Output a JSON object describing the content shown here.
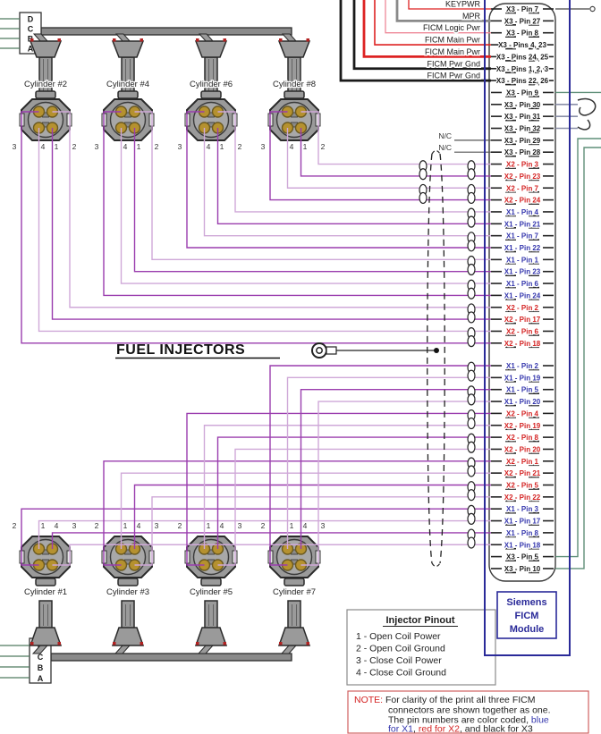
{
  "title": "FUEL INJECTORS",
  "colors": {
    "x1_blue": "#3436ad",
    "x2_red": "#d42222",
    "x3_black": "#1a1a1a",
    "wire_purple": "#9a3dae",
    "wire_lavender": "#cfa8d8",
    "wire_teal": "#5f8f78",
    "wire_slate": "#8a8fa8",
    "wire_red": "#dd2222",
    "wire_pink": "#ee8898",
    "wire_gray": "#8a8a8a",
    "wire_black": "#1a1a1a",
    "module_border": "#2a2a99",
    "note_border": "#d06060",
    "green_tick": "#4f7a5f",
    "connector_gray": "#9a9a9a",
    "pin_gold": "#b5912f"
  },
  "power_labels": [
    {
      "label": "KEYPWR",
      "wire": "#dd2222"
    },
    {
      "label": "MPR",
      "wire": "#8a8a8a"
    },
    {
      "label": "FICM Logic Pwr",
      "wire": "#ee8898"
    },
    {
      "label": "FICM  Main Pwr",
      "wire": "#dd2222"
    },
    {
      "label": "FICM Main Pwr",
      "wire": "#dd2222"
    },
    {
      "label": "FICM Pwr Gnd",
      "wire": "#1a1a1a"
    },
    {
      "label": "FICM Pwr Gnd",
      "wire": "#1a1a1a"
    }
  ],
  "nc_label": "N/C",
  "module": {
    "name_lines": [
      "Siemens",
      "FICM",
      "Module"
    ],
    "pins": [
      {
        "label": "X3 - Pin 7"
      },
      {
        "label": "X3 - Pin 27"
      },
      {
        "label": "X3 - Pin 8"
      },
      {
        "label": "X3 - Pins 4, 23"
      },
      {
        "label": "X3 - Pins 24, 25"
      },
      {
        "label": "X3 - Pins 1, 2, 3"
      },
      {
        "label": "X3 - Pins 22, 26"
      },
      {
        "label": "X3 - Pin 9"
      },
      {
        "label": "X3 - Pin 30"
      },
      {
        "label": "X3 - Pin 31"
      },
      {
        "label": "X3 - Pin 32"
      },
      {
        "label": "X3 - Pin 29"
      },
      {
        "label": "X3 - Pin 28"
      },
      {
        "label": "X2 - Pin 3"
      },
      {
        "label": "X2 - Pin 23"
      },
      {
        "label": "X2 - Pin 7"
      },
      {
        "label": "X2 - Pin 24"
      },
      {
        "label": "X1 - Pin 4"
      },
      {
        "label": "X1 - Pin 21"
      },
      {
        "label": "X1 - Pin 7"
      },
      {
        "label": "X1 - Pin 22"
      },
      {
        "label": "X1 - Pin 1"
      },
      {
        "label": "X1 - Pin 23"
      },
      {
        "label": "X1 - Pin 6"
      },
      {
        "label": "X1 - Pin 24"
      },
      {
        "label": "X2 - Pin 2"
      },
      {
        "label": "X2 - Pin 17"
      },
      {
        "label": "X2 - Pin 6"
      },
      {
        "label": "X2 - Pin 18"
      },
      {
        "label": "X1 - Pin 2"
      },
      {
        "label": "X1 - Pin 19"
      },
      {
        "label": "X1 - Pin 5"
      },
      {
        "label": "X1 - Pin 20"
      },
      {
        "label": "X2 - Pin 4"
      },
      {
        "label": "X2 - Pin 19"
      },
      {
        "label": "X2 - Pin 8"
      },
      {
        "label": "X2 - Pin 20"
      },
      {
        "label": "X2 - Pin 1"
      },
      {
        "label": "X2 - Pin 21"
      },
      {
        "label": "X2 - Pin 5"
      },
      {
        "label": "X2 - Pin 22"
      },
      {
        "label": "X1 - Pin 3"
      },
      {
        "label": "X1 - Pin 17"
      },
      {
        "label": "X1 - Pin 8"
      },
      {
        "label": "X1 - Pin 18"
      },
      {
        "label": "X3 - Pin 5"
      },
      {
        "label": "X3 - Pin 10"
      }
    ]
  },
  "cylinders_top": [
    {
      "label": "Cylinder #2",
      "pins": [
        "3",
        "4",
        "1",
        "2"
      ]
    },
    {
      "label": "Cylinder #4",
      "pins": [
        "3",
        "4",
        "1",
        "2"
      ]
    },
    {
      "label": "Cylinder #6",
      "pins": [
        "3",
        "4",
        "1",
        "2"
      ]
    },
    {
      "label": "Cylinder #8",
      "pins": [
        "3",
        "4",
        "1",
        "2"
      ]
    }
  ],
  "cylinders_bottom": [
    {
      "label": "Cylinder #1",
      "pins": [
        "2",
        "1",
        "4",
        "3"
      ]
    },
    {
      "label": "Cylinder #3",
      "pins": [
        "2",
        "1",
        "4",
        "3"
      ]
    },
    {
      "label": "Cylinder #5",
      "pins": [
        "2",
        "1",
        "4",
        "3"
      ]
    },
    {
      "label": "Cylinder #7",
      "pins": [
        "2",
        "1",
        "4",
        "3"
      ]
    }
  ],
  "connector_block_letters": [
    "D",
    "C",
    "B",
    "A"
  ],
  "injector_pinout": {
    "title": "Injector Pinout",
    "items": [
      "1 - Open Coil Power",
      "2 - Open Coil Ground",
      "3 - Close Coil Power",
      "4 - Close Coil Ground"
    ]
  },
  "note": {
    "line1_prefix": "NOTE:",
    "line1_rest": " For clarity of the print all three FICM",
    "line2": "connectors are shown together as one.",
    "line3_rest": "The pin numbers are color coded, ",
    "line3_blue": "blue",
    "line4_blue": "for X1",
    "line4_mid": ", ",
    "line4_red": "red for X2",
    "line4_rest": ", and black for X3"
  }
}
